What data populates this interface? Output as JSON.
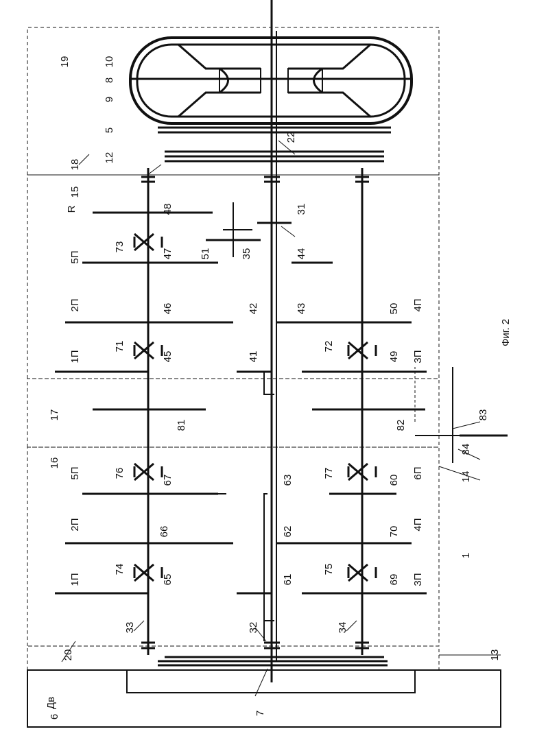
{
  "figure_caption": "Фиг. 2",
  "engine": {
    "number": "6",
    "abbr": "Дв"
  },
  "ref_numbers": {
    "n1": "1",
    "n5": "5",
    "n7": "7",
    "n8": "8",
    "n9": "9",
    "n10": "10",
    "n12": "12",
    "n13": "13",
    "n14": "14",
    "n15": "15",
    "n16": "16",
    "n17": "17",
    "n18": "18",
    "n19": "19",
    "n20": "20",
    "n22": "22",
    "n31": "31",
    "n32": "32",
    "n33": "33",
    "n34": "34",
    "n35": "35",
    "n41": "41",
    "n42": "42",
    "n43": "43",
    "n44": "44",
    "n45": "45",
    "n46": "46",
    "n47": "47",
    "n48": "48",
    "n49": "49",
    "n50": "50",
    "n51": "51",
    "n60": "60",
    "n61": "61",
    "n62": "62",
    "n63": "63",
    "n65": "65",
    "n66": "66",
    "n67": "67",
    "n69": "69",
    "n70": "70",
    "n71": "71",
    "n72": "72",
    "n73": "73",
    "n74": "74",
    "n75": "75",
    "n76": "76",
    "n77": "77",
    "n81": "81",
    "n82": "82",
    "n83": "83",
    "n84": "84"
  },
  "gear_labels": {
    "g1p": "1П",
    "g2p": "2П",
    "g5p": "5П",
    "g3p": "3П",
    "g4p": "4П",
    "g6p": "6П",
    "reverse": "R"
  }
}
